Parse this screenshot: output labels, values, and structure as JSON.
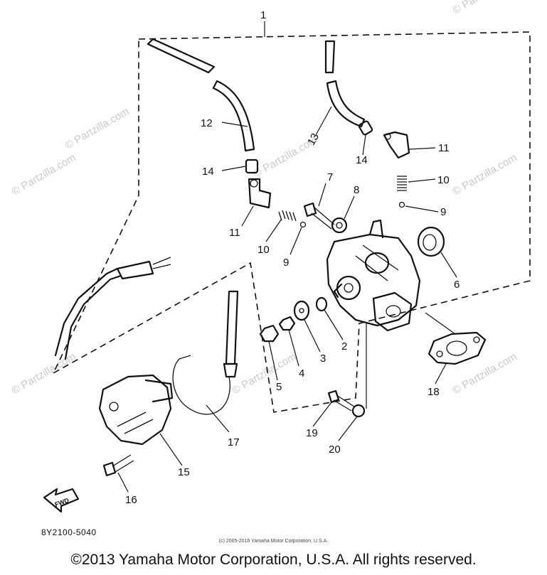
{
  "diagram": {
    "part_numbers": [
      "1",
      "2",
      "3",
      "4",
      "5",
      "6",
      "7",
      "8",
      "9",
      "9",
      "10",
      "10",
      "11",
      "11",
      "12",
      "13",
      "14",
      "14",
      "15",
      "16",
      "17",
      "18",
      "19",
      "20"
    ],
    "diagram_code": "8Y2100-5040",
    "small_notice": "(c) 2005-2016 Yamaha Motor Corporation, U.S.A.",
    "copyright": "©2013 Yamaha Motor Corporation, U.S.A. All rights reserved.",
    "watermark": "© Partzilla.com",
    "fwd_label": "FWD"
  }
}
